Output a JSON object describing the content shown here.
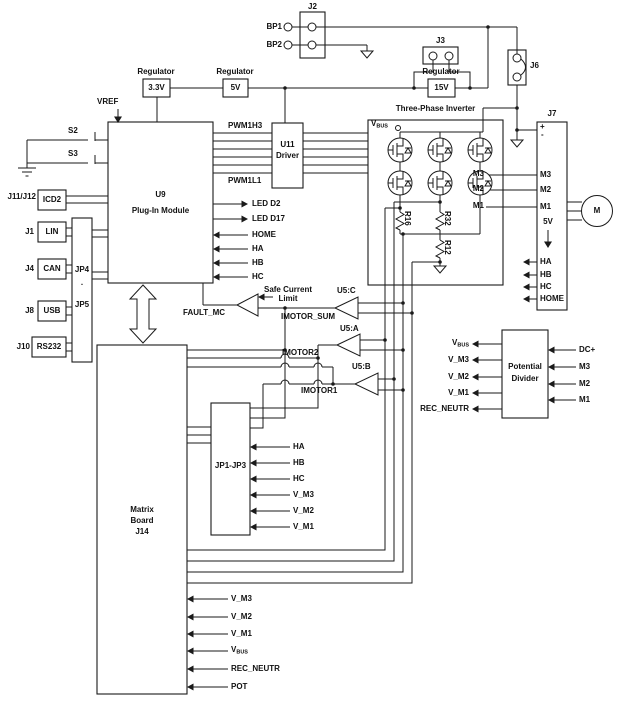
{
  "top": {
    "j2": "J2",
    "bp1": "BP1",
    "bp2": "BP2",
    "j3": "J3",
    "j6": "J6",
    "vref": "VREF",
    "s2": "S2",
    "s3": "S3"
  },
  "regulators": {
    "title": "Regulator",
    "v33": "3.3V",
    "v5": "5V",
    "v15": "15V"
  },
  "u9": {
    "ref": "U9",
    "name": "Plug-In Module",
    "pwm_top": "PWM1H3",
    "pwm_bottom": "PWM1L1",
    "led_d2": "LED D2",
    "led_d17": "LED D17",
    "home": "HOME",
    "ha": "HA",
    "hb": "HB",
    "hc": "HC"
  },
  "u11": {
    "ref": "U11",
    "name": "Driver"
  },
  "left": {
    "j11_j12": "J11/J12",
    "icd2": "ICD2",
    "j1": "J1",
    "lin": "LIN",
    "j4": "J4",
    "can": "CAN",
    "j8": "J8",
    "usb": "USB",
    "j10": "J10",
    "rs232": "RS232",
    "jp4": "JP4",
    "jp5": "JP5",
    "dot": "."
  },
  "inverter": {
    "title": "Three-Phase Inverter",
    "r16": "R16",
    "r32": "R32",
    "r12": "R12",
    "m3": "M3",
    "m2": "M2",
    "m1": "M1"
  },
  "j7": {
    "ref": "J7",
    "plus": "+",
    "minus": "-",
    "m3": "M3",
    "m2": "M2",
    "m1": "M1",
    "v5": "5V",
    "ha": "HA",
    "hb": "HB",
    "hc": "HC",
    "home": "HOME"
  },
  "motor": {
    "label": "M"
  },
  "analog": {
    "safe_current_1": "Safe Current",
    "safe_current_2": "Limit",
    "fault_mc": "FAULT_MC",
    "u5c": "U5:C",
    "imotor_sum": "IMOTOR_SUM",
    "u5a": "U5:A",
    "imotor2": "IMOTOR2",
    "u5b": "U5:B",
    "imotor1": "IMOTOR1"
  },
  "divider": {
    "name_1": "Potential",
    "name_2": "Divider",
    "dc_plus": "DC+",
    "m3": "M3",
    "m2": "M2",
    "m1": "M1",
    "v_m3": "V_M3",
    "v_m2": "V_M2",
    "v_m1": "V_M1",
    "rec_neutr": "REC_NEUTR"
  },
  "jp": {
    "ref": "JP1-JP3",
    "ha": "HA",
    "hb": "HB",
    "hc": "HC",
    "v_m3": "V_M3",
    "v_m2": "V_M2",
    "v_m1": "V_M1"
  },
  "matrix": {
    "name_1": "Matrix",
    "name_2": "Board",
    "ref": "J14",
    "v_m3": "V_M3",
    "v_m2": "V_M2",
    "v_m1": "V_M1",
    "rec_neutr": "REC_NEUTR",
    "pot": "POT"
  },
  "signals": {
    "vbus_base": "V",
    "vbus_sub": "BUS"
  },
  "colors": {
    "line": "#1a1a1a",
    "bg": "#ffffff"
  }
}
